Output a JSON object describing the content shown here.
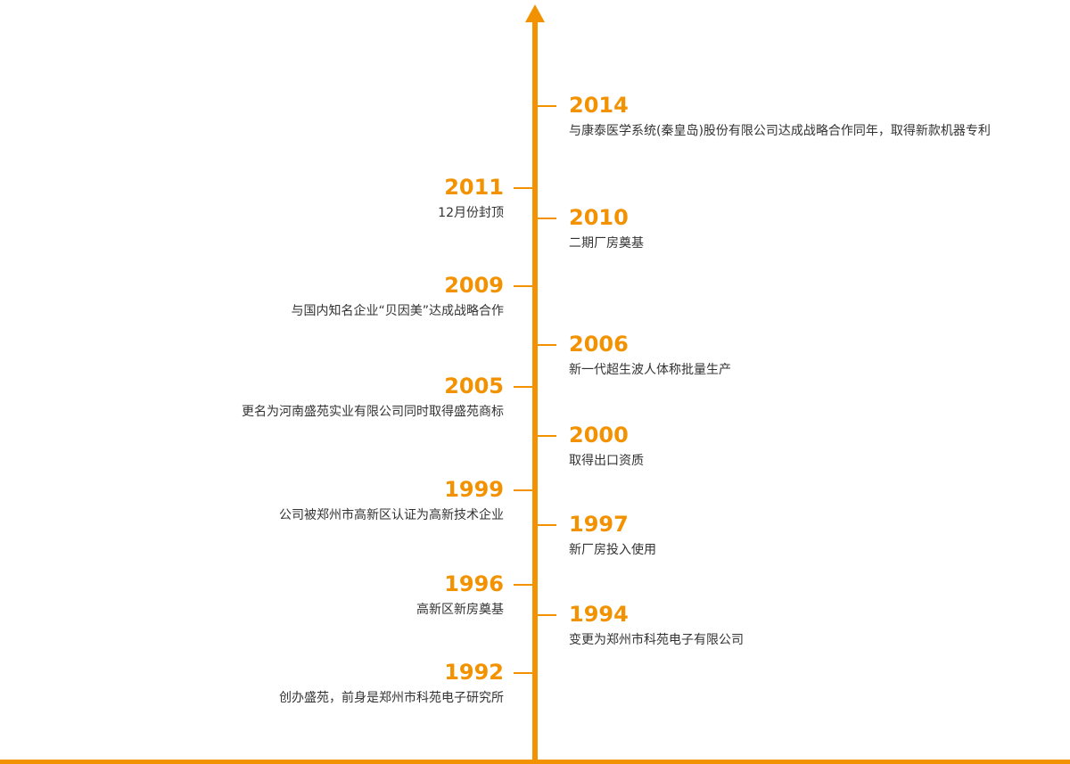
{
  "timeline": {
    "accent_color": "#f39200",
    "text_color": "#333333",
    "right_events": [
      {
        "year": "2014",
        "text": "与康泰医学系统(秦皇岛)股份有限公司达成战略合作同年，取得新款机器专利"
      },
      {
        "year": "2010",
        "text": "二期厂房奠基"
      },
      {
        "year": "2006",
        "text": "新一代超生波人体称批量生产"
      },
      {
        "year": "2000",
        "text": "取得出口资质"
      },
      {
        "year": "1997",
        "text": "新厂房投入使用"
      },
      {
        "year": "1994",
        "text": "变更为郑州市科苑电子有限公司"
      }
    ],
    "left_events": [
      {
        "year": "2011",
        "text": "12月份封顶"
      },
      {
        "year": "2009",
        "text": "与国内知名企业“贝因美”达成战略合作"
      },
      {
        "year": "2005",
        "text": "更名为河南盛苑实业有限公司同时取得盛苑商标"
      },
      {
        "year": "1999",
        "text": "公司被郑州市高新区认证为高新技术企业"
      },
      {
        "year": "1996",
        "text": "高新区新房奠基"
      },
      {
        "year": "1992",
        "text": "创办盛苑，前身是郑州市科苑电子研究所"
      }
    ]
  }
}
